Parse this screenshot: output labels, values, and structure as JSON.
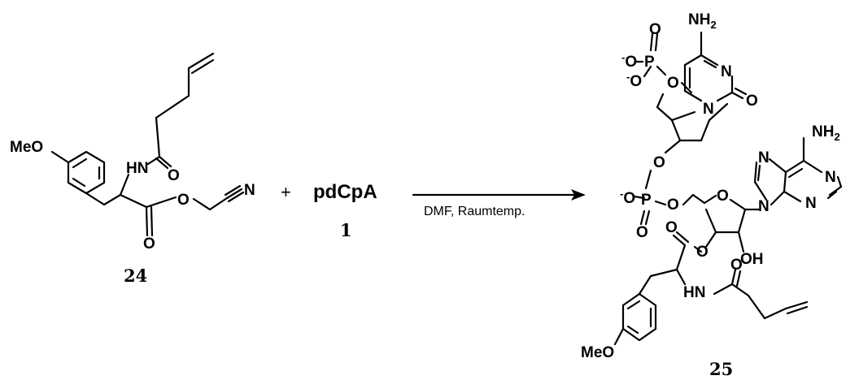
{
  "reactant_24": {
    "number": "24",
    "labels": {
      "meo": "MeO",
      "hn": "HN",
      "o_amide": "O",
      "o_ester": "O",
      "o_carbonyl": "O",
      "n_nitrile": "N"
    }
  },
  "plus_sign": "+",
  "reagent": {
    "name": "pdCpA",
    "number": "1"
  },
  "arrow": {
    "conditions": "DMF, Raumtemp."
  },
  "product_25": {
    "number": "25",
    "labels": {
      "nh2_top": "NH",
      "nh2_top_sub": "2",
      "n_cyt_ring": "N",
      "n_cyt_glyc": "N",
      "o_cyt": "O",
      "phos_top_o1": "O",
      "phos_top_o1_charge": "-",
      "phos_top_p": "P",
      "phos_top_o_dbl": "O",
      "phos_top_o2": "O",
      "phos_top_o2_charge": "-",
      "phos_top_o_link": "O",
      "sugar1_o": "O",
      "link_o": "O",
      "nh2_ade": "NH",
      "nh2_ade_sub": "2",
      "n_ade_7": "N",
      "n_ade_9": "N",
      "n_ade_3": "N",
      "n_ade_1": "N",
      "phos2_o": "O",
      "phos2_charge": "-",
      "phos2_p": "P",
      "phos2_o_dbl": "O",
      "phos2_o_link": "O",
      "sugar2_o": "O",
      "oh": "OH",
      "o_ester": "O",
      "o_carbonyl": "O",
      "hn": "HN",
      "o_amide": "O",
      "meo": "MeO"
    }
  }
}
